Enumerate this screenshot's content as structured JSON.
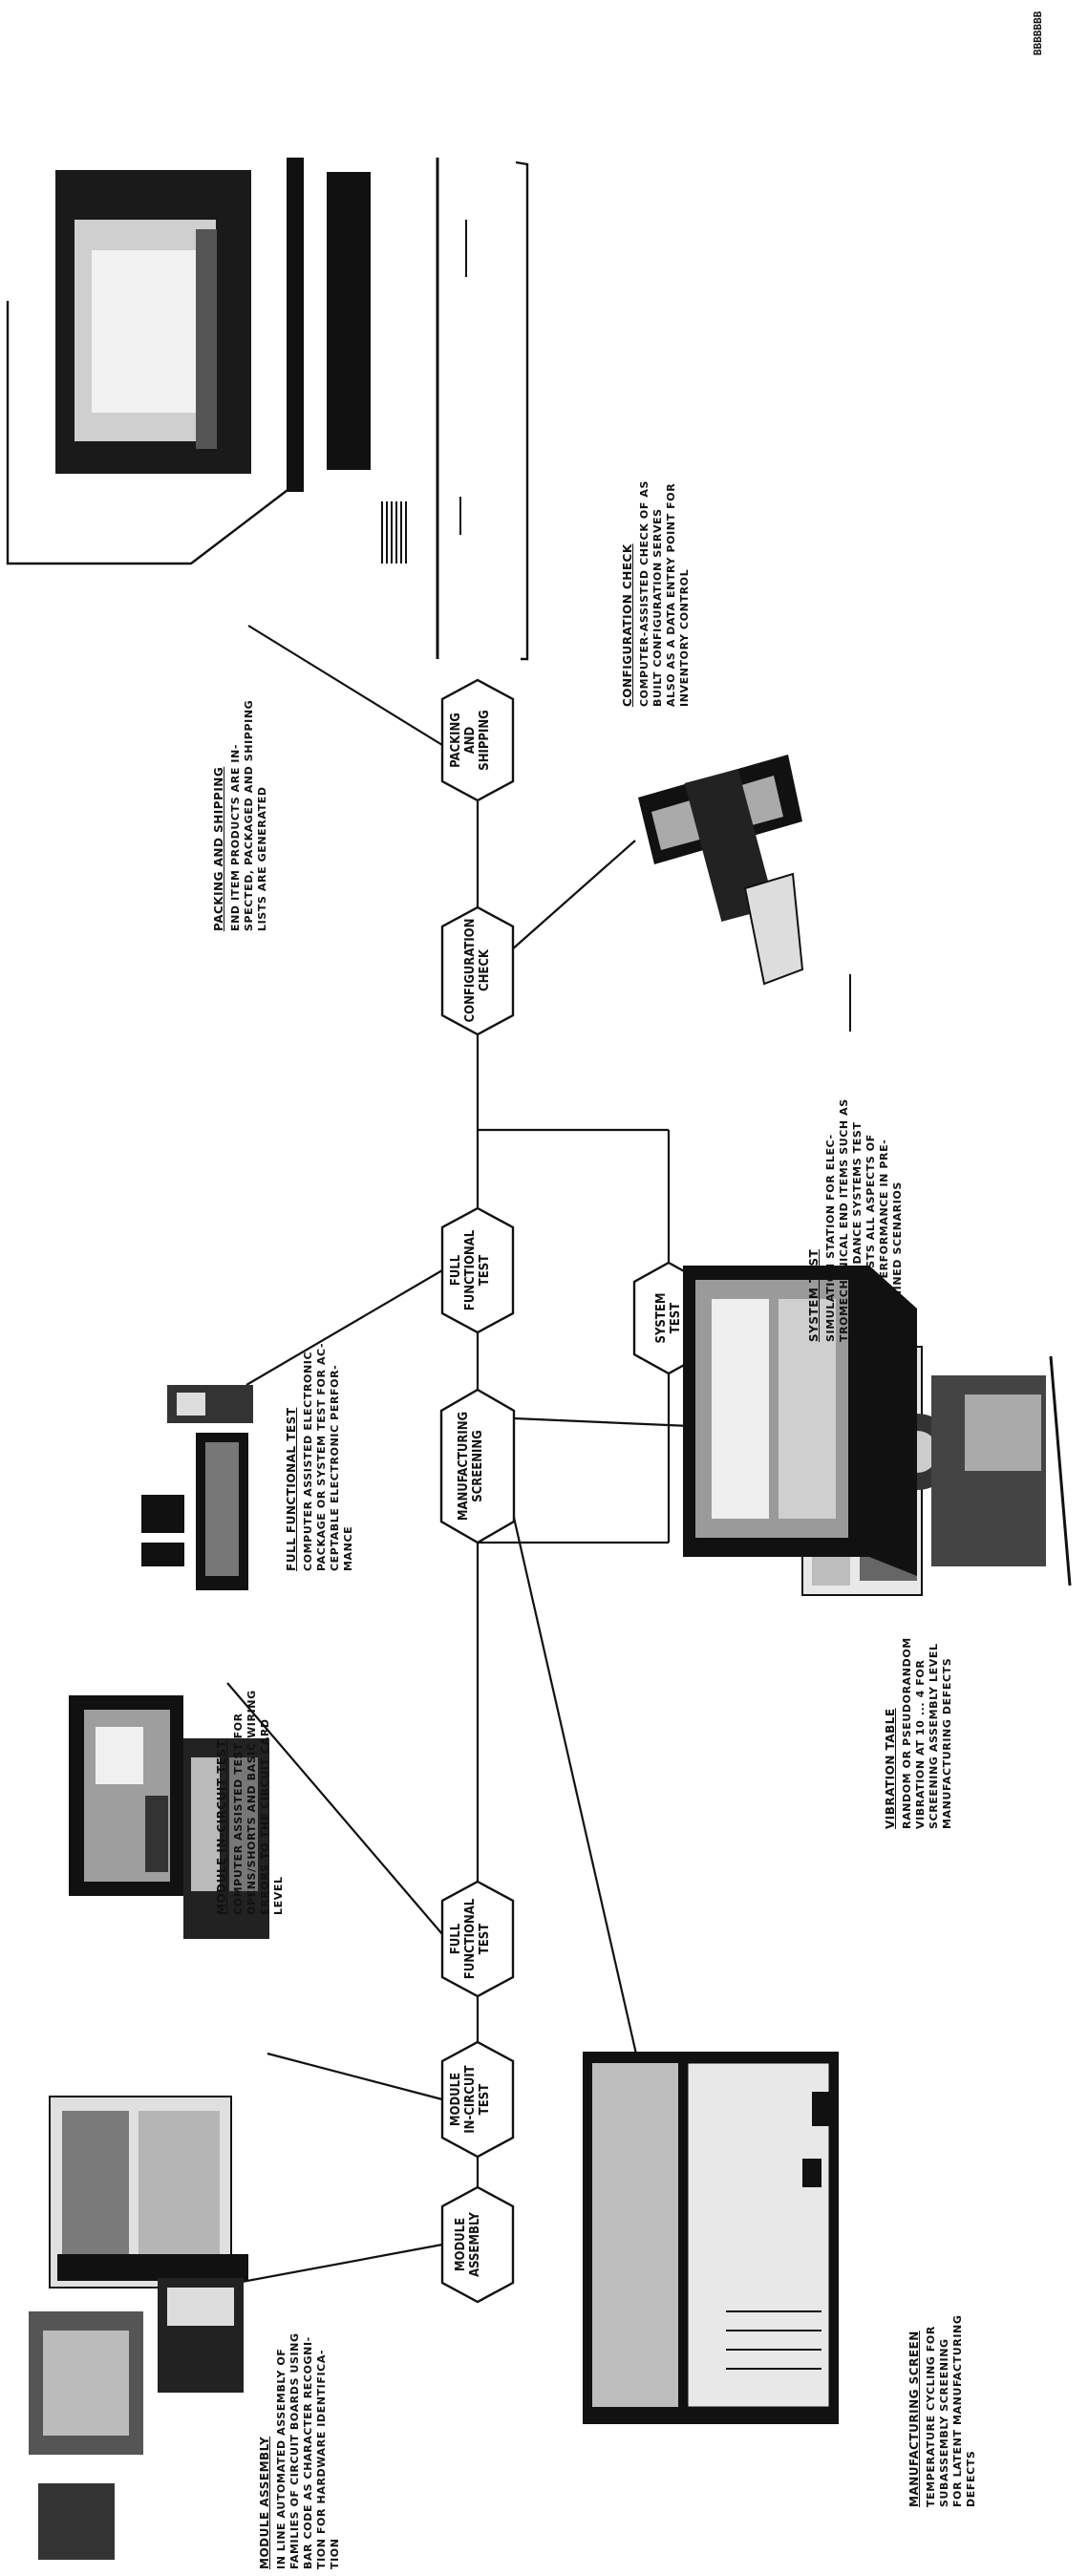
{
  "stamp": "BBBBBBB",
  "flow_nodes": {
    "module_assembly": "MODULE\nASSEMBLY",
    "module_incircuit_test": "MODULE\nIN-CIRCUIT\nTEST",
    "full_functional_test_1": "FULL\nFUNCTIONAL\nTEST",
    "manufacturing_screening": "MANUFACTURING\nSCREENING",
    "full_functional_test_2": "FULL\nFUNCTIONAL\nTEST",
    "system_test": "SYSTEM\nTEST",
    "configuration_check": "CONFIGURATION\nCHECK",
    "packing_and_shipping": "PACKING\nAND\nSHIPPING"
  },
  "captions": {
    "module_assembly": {
      "title": "MODULE ASSEMBLY",
      "body": "IN LINE AUTOMATED ASSEMBLY OF\nFAMILIES OF CIRCUIT BOARDS USING\nBAR CODE AS CHARACTER RECOGNI-\nTION FOR HARDWARE IDENTIFICA-\nTION"
    },
    "manufacturing_screen": {
      "title": "MANUFACTURING SCREEN",
      "body": "TEMPERATURE CYCLING FOR\nSUBASSEMBLY SCREENING\nFOR LATENT MANUFACTURING\nDEFECTS"
    },
    "module_incircuit_test": {
      "title": "MODULE IN-CIRCUIT TEST",
      "body": "COMPUTER ASSISTED TEST FOR\nOPENS/SHORTS AND BASIC WIRING\nERRORS TO THE CIRCUIT CARD\nLEVEL"
    },
    "vibration_table": {
      "title": "VIBRATION TABLE",
      "body": "RANDOM OR PSEUDORANDOM\nVIBRATION AT 10 ... 4 FOR\nSCREENING ASSEMBLY LEVEL\nMANUFACTURING DEFECTS"
    },
    "full_functional_test": {
      "title": "FULL FUNCTIONAL TEST",
      "body": "COMPUTER ASSISTED ELECTRONIC\nPACKAGE OR SYSTEM TEST FOR AC-\nCEPTABLE ELECTRONIC PERFOR-\nMANCE"
    },
    "system_test": {
      "title": "SYSTEM TEST",
      "body": "SIMULATION STATION FOR ELEC-\nTROMECHANICAL END ITEMS SUCH AS\nMISSILE GUIDANCE SYSTEMS TEST\nSTATION TESTS ALL ASPECTS OF\nSYSTEM PERFORMANCE IN PRE-\nDETERMINED SCENARIOS"
    },
    "packing_and_shipping": {
      "title": "PACKING AND SHIPPING",
      "body": "END ITEM PRODUCTS ARE IN-\nSPECTED, PACKAGED AND SHIPPING\nLISTS ARE GENERATED"
    },
    "configuration_check": {
      "title": "CONFIGURATION CHECK",
      "body": "COMPUTER-ASSISTED CHECK OF AS\nBUILT CONFIGURATION SERVES\nALSO AS A DATA ENTRY POINT FOR\nINVENTORY CONTROL"
    }
  }
}
